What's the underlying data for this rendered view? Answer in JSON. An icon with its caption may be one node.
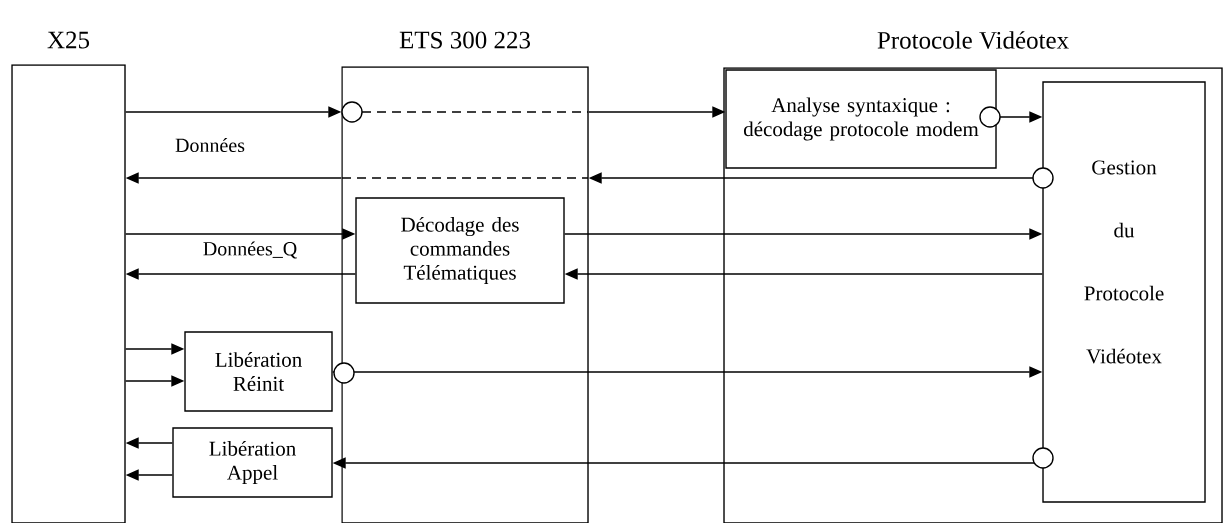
{
  "diagram": {
    "nodes": [
      {
        "text": [
          "X25"
        ]
      },
      {
        "text": [
          "ETS 300 223"
        ]
      },
      {
        "text": [
          "Protocole Vidéotex"
        ]
      },
      {
        "text": [
          "Analyse syntaxique : décodage protocole modem"
        ],
        "in": 2
      },
      {
        "text": [
          "Gestion du Protocole Vidéotex"
        ],
        "in": 2
      },
      {
        "text": [
          "Décodage des commandes Télématiques"
        ],
        "in": 1
      },
      {
        "text": [
          "Libération Réinit"
        ]
      },
      {
        "text": [
          "Libération Appel"
        ]
      }
    ],
    "edges": [
      {
        "from": 0,
        "to": 1,
        "arrow": "to"
      },
      {
        "from": 1,
        "to": 3,
        "arrow": "to"
      },
      {
        "from": 3,
        "to": 4,
        "arrow": "to"
      },
      {
        "from": 4,
        "to": 1,
        "arrow": "to"
      },
      {
        "from": 1,
        "to": 0,
        "arrow": "to"
      },
      {
        "from": 0,
        "to": 5,
        "arrow": "to"
      },
      {
        "from": 5,
        "to": 4,
        "arrow": "to"
      },
      {
        "from": 4,
        "to": 5,
        "arrow": "to"
      },
      {
        "from": 5,
        "to": 0,
        "arrow": "to"
      },
      {
        "from": 0,
        "to": 6,
        "arrow": "to"
      },
      {
        "from": 0,
        "to": 6,
        "arrow": "to"
      },
      {
        "from": 6,
        "to": 4,
        "arrow": "to"
      },
      {
        "from": 4,
        "to": 7,
        "arrow": "to"
      },
      {
        "from": 7,
        "to": 0,
        "arrow": "to"
      },
      {
        "from": 7,
        "to": 0,
        "arrow": "to"
      }
    ],
    "labels": [
      "Données",
      "Données_Q"
    ]
  }
}
